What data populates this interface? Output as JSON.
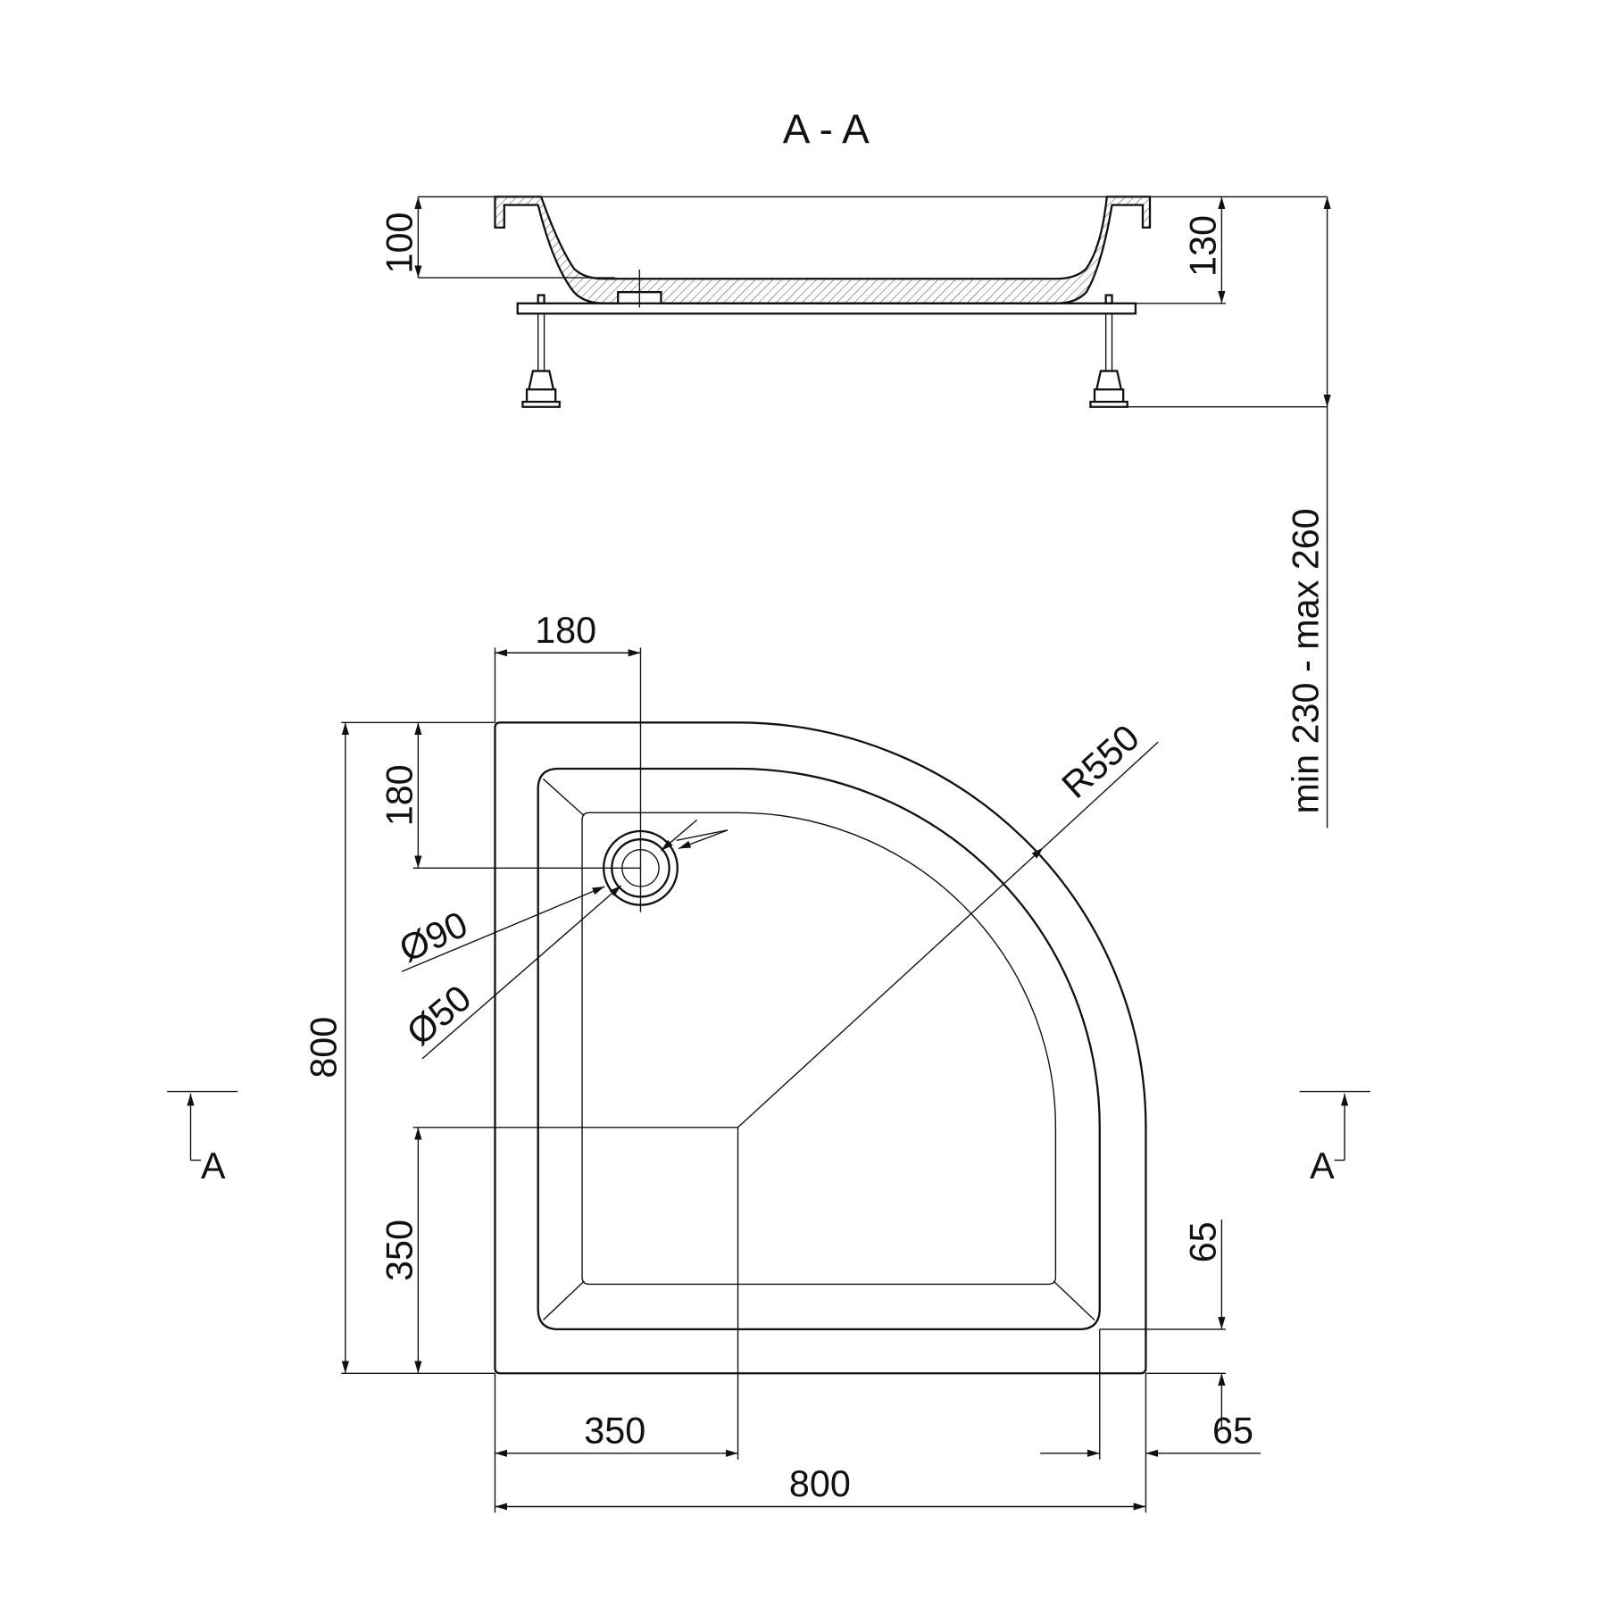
{
  "section_title": "A - A",
  "section_marker_left": "A",
  "section_marker_right": "A",
  "dimensions": {
    "section_depth": "100",
    "section_height": "130",
    "leg_height": "min 230 - max 260",
    "drain_x": "180",
    "drain_y": "180",
    "total_height": "800",
    "radius": "R550",
    "drain_outer": "Ø90",
    "drain_inner": "Ø50",
    "corner_y": "350",
    "corner_x": "350",
    "total_width": "800",
    "rim_right": "65",
    "rim_bottom": "65"
  }
}
